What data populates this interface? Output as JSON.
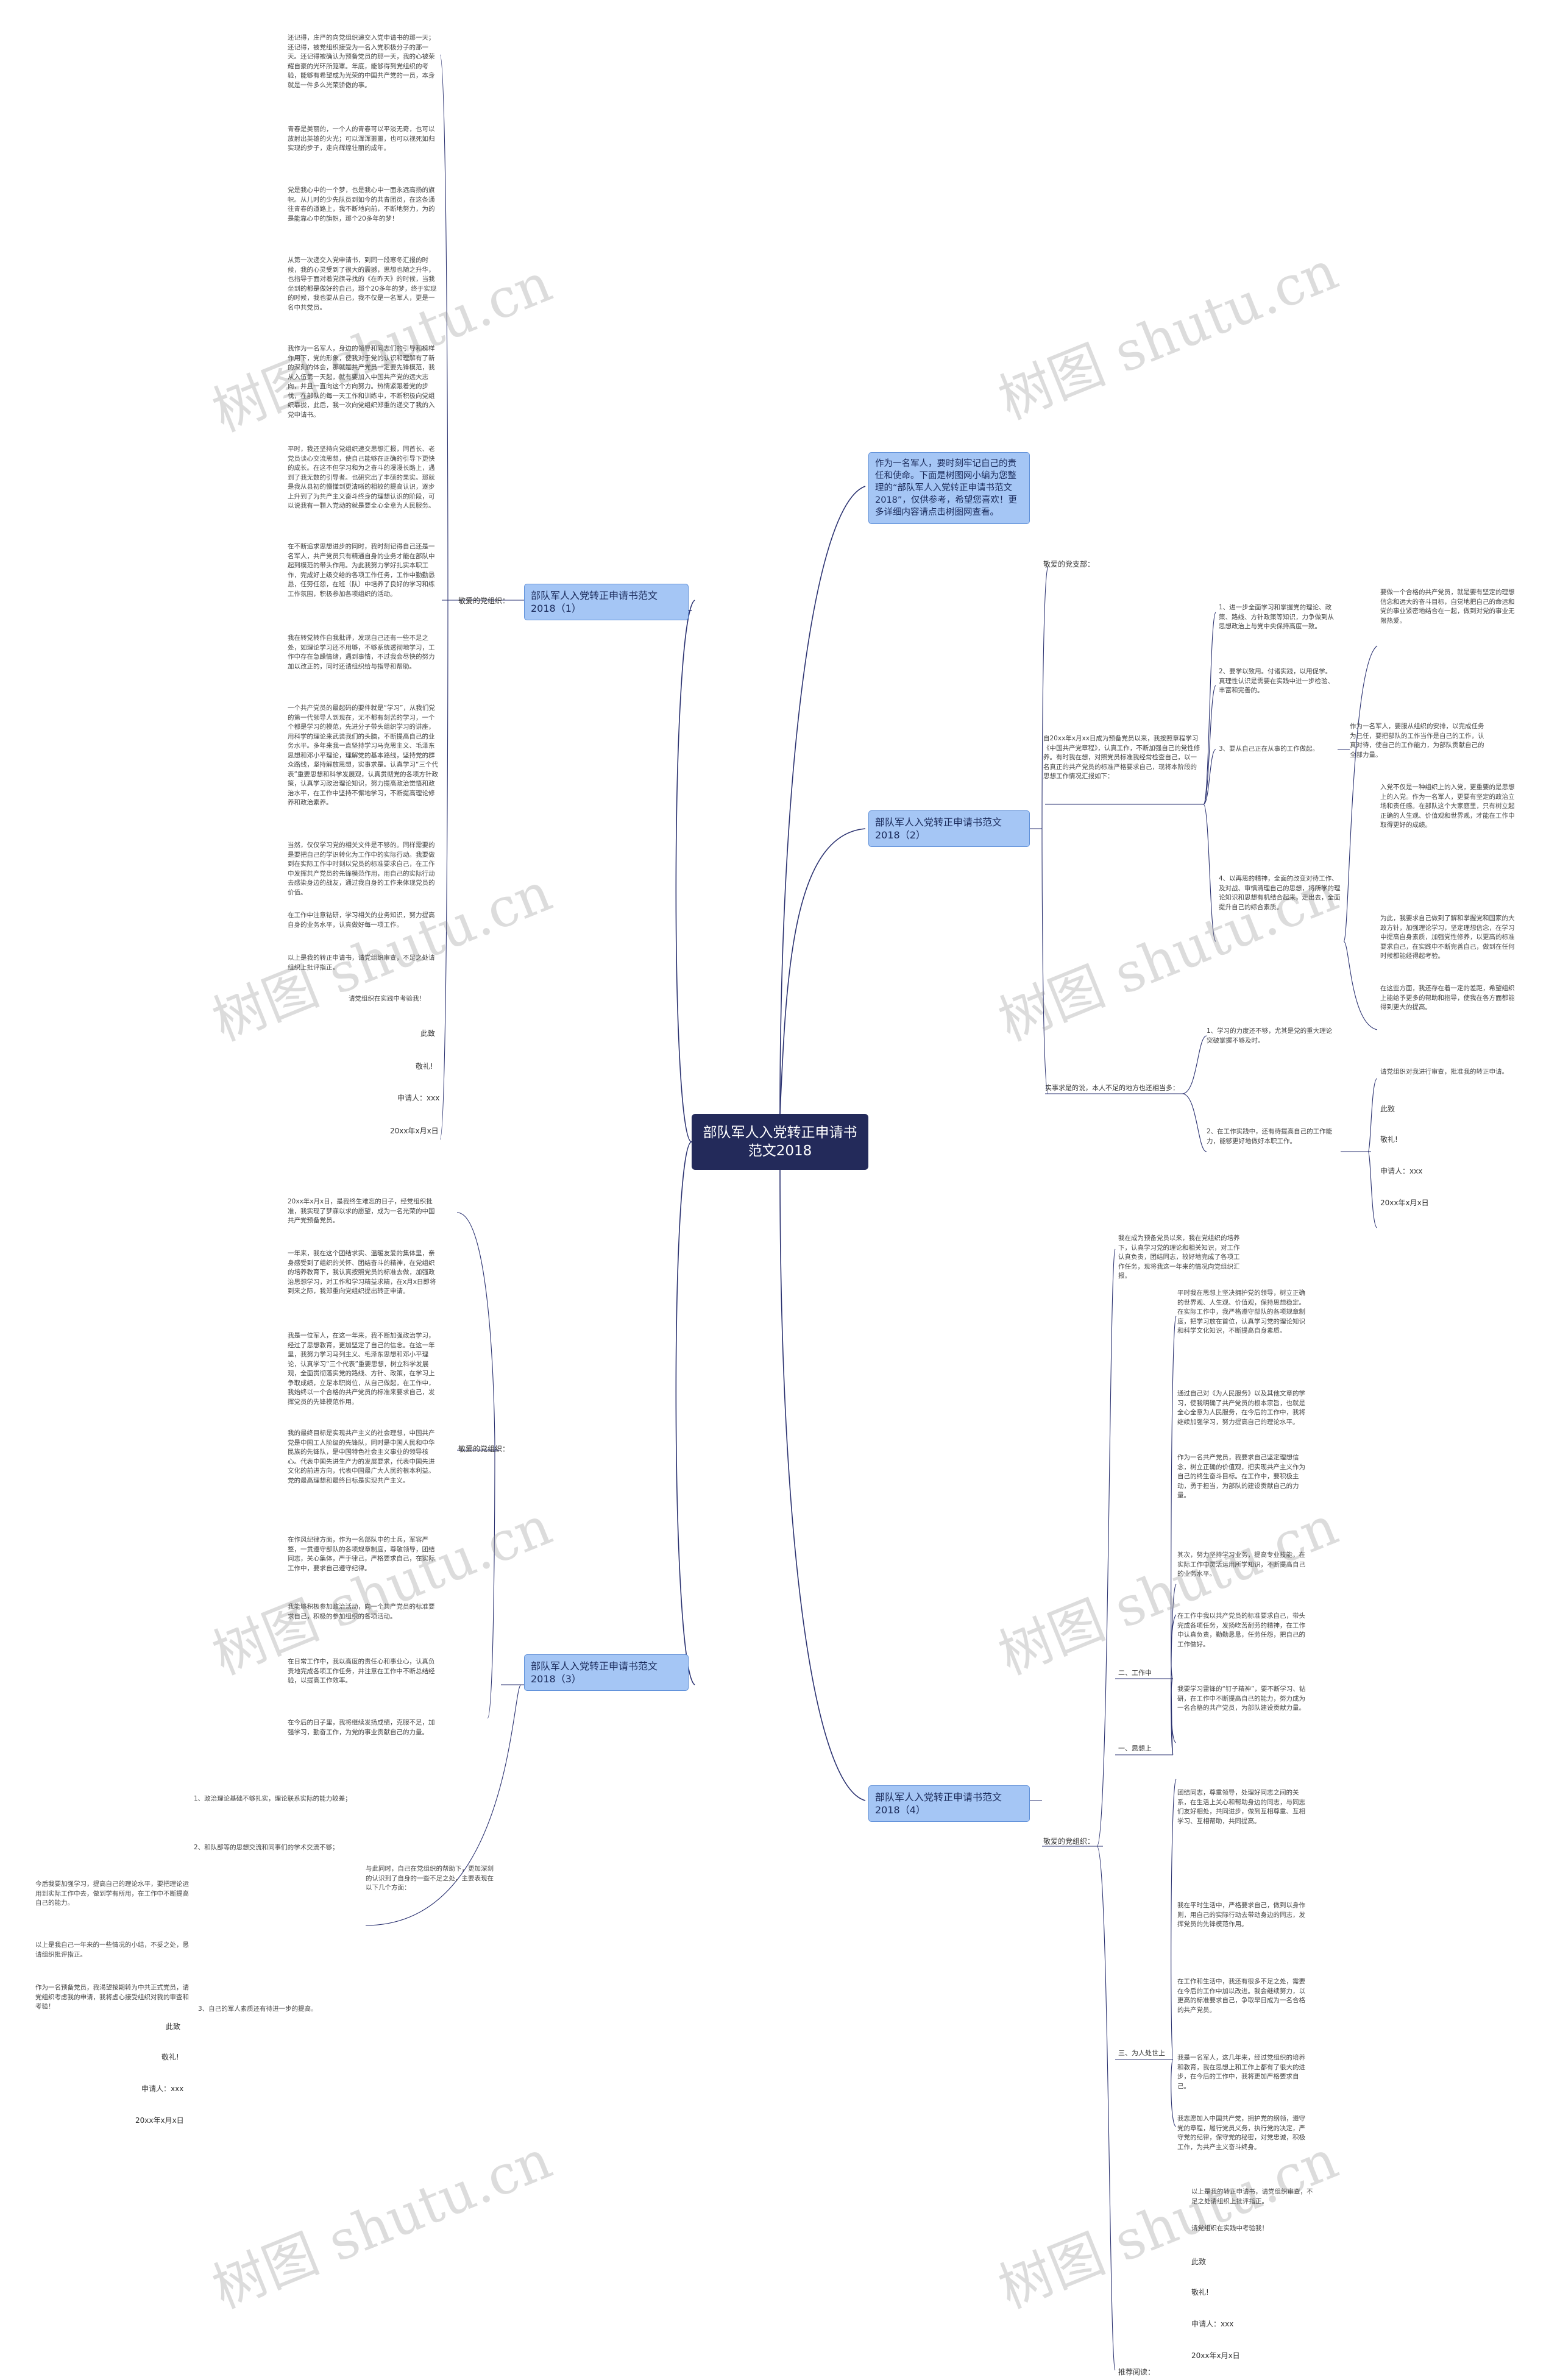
{
  "watermark": "树图 shutu.cn",
  "central": "部队军人入党转正申请书范文2018",
  "intro": "作为一名军人，要时刻牢记自己的责任和使命。下面是树图网小编为您整理的“部队军人入党转正申请书范文2018”，仅供参考，希望您喜欢！更多详细内容请点击树图网查看。",
  "b1": {
    "title": "部队军人入党转正申请书范文2018（1）",
    "salutation": "敬爱的党组织：",
    "paras": [
      "还记得，庄严的向党组织递交入党申请书的那一天；还记得，被党组织接受为一名入党积极分子的那一天。还记得被确认为预备党员的那一天，我的心被荣耀自豪的光环所笼罩。年底，能够得到党组织的考验，能够有希望成为光荣的中国共产党的一员，本身就是一件多么光荣骄傲的事。",
      "青春是美丽的，一个人的青春可以平淡无奇，也可以放射出英雄的火光；可以浑浑噩噩，也可以视死如归实现的步子，走向辉煌壮丽的成年。",
      "党是我心中的一个梦，也是我心中一面永远高扬的旗帜。从儿时的少先队员到如今的共青团员，在这条通往青春的道路上，我不断地向前，不断地努力，为的是能靠心中的旗帜，那个20多年的梦！",
      "从第一次递交入党申请书，到同一段寒冬汇报的时候，我的心灵受到了很大的震撼，思想也随之升华，也指导于面对着党旗寻找的《在昨天》的时候，当我坐到的都是做好的自己，那个20多年的梦，终于实现的时候，我也要从自己，我不仅是一名军人，更是一名中共党员。",
      "我作为一名军人，身边的领导和同志们的引导和榜样作用下，党的形象，使我对于党的认识和理解有了新的深刻的体会，那就是共产党员一定要先锋模范，我从入伍第一天起，就有要加入中国共产党的远大志向，并且一直向这个方向努力。热情紧跟着党的步伐，在部队的每一天工作和训练中，不断积极向党组织靠拢，此后，我一次向党组织郑重的递交了我的入党申请书。",
      "平时，我还坚持向党组织递交思想汇报，同首长、老党员谈心交流思想，使自己能够在正确的引导下更快的成长。在这不但学习和为之奋斗的漫漫长路上，遇到了我无数的引导者。也研究出了丰硕的果实。那就是我从县初的懵懂到更清晰的相较的提高认识，逐步上升到了为共产主义奋斗终身的理想认识的阶段，可以说我有一颗入党动的就是要全心全意为人民服务。",
      "在不断追求思想进步的同时，我时刻记得自己还是一名军人，共产党员只有精通自身的业务才能在部队中起到模范的带头作用。为此我努力学好扎实本职工作，完成好上级交给的各项工作任务，工作中勤勤恳恳，任劳任怨，在班（队）中培养了良好的学习和练工作氛围，积极参加各项组织的活动。",
      "我在转党转作自我批评，发现自己还有一些不足之处，如理论学习还不用够，不够系统透彻地学习，工作中存在急躁情绪，遇到事情，不过我会尽快的努力加以改正的，同时还请组织给与指导和帮助。",
      "一个共产党员的最起码的要件就是“学习”，从我们党的第一代领导人到现在，无不都有刻苦的学习，一个个都是学习的模范，先进分子带头组织学习的讲座，用科学的理论来武装我们的头脑，不断提高自己的业务水平。多年来我一直坚持学习马克思主义、毛泽东思想和邓小平理论，理解党的基本路线，坚持党的群众路线，坚持解放思想，实事求是。认真学习“三个代表”重要思想和科学发展观，认真贯彻党的各项方针政策，认真学习政治理论知识，努力提高政治觉悟和政治水平，在工作中坚持不懈地学习，不断提高理论修养和政治素养。",
      "当然，仅仅学习党的相关文件是不够的。同样需要的是要把自己的学识转化为工作中的实际行动。我要做到在实际工作中时刻以党员的标准要求自己，在工作中发挥共产党员的先锋模范作用，用自己的实际行动去感染身边的战友，通过我自身的工作来体现党员的价值。",
      "在工作中注意钻研，学习相关的业务知识，努力提高自身的业务水平，认真做好每一项工作。",
      "以上是我的转正申请书，请党组织审查，不足之处请组织上批评指正。",
      "请党组织在实践中考验我！"
    ],
    "closing": [
      "此致",
      "敬礼!",
      "申请人：xxx",
      "20xx年x月x日"
    ]
  },
  "b2": {
    "title": "部队军人入党转正申请书范文2018（2）",
    "salutation": "敬爱的党支部：",
    "main": "自20xx年x月xx日成为预备党员以来，我按照章程学习《中国共产党章程》，认真工作，不断加强自己的党性修养。有时我在想，对照党员标准我经常检查自己，以一名真正的共产党员的标准严格要求自己，现将本阶段的思想工作情况汇报如下：",
    "items": [
      "1、进一步全面学习和掌握党的理论、政策、路线、方针政策等知识，力争做到从思想政治上与党中央保持高度一致。",
      "2、要学以致用。付诸实践，以用促学。真理性认识是需要在实践中进一步检验、丰富和完善的。",
      "3、要从自己正在从事的工作做起。",
      "4、以再思的精神，全面的改变对待工作、及对战、审慎清理自己的思想，将所学的理论知识和思想有机结合起来，走出去，全面提升自己的综合素质。"
    ],
    "sub3": "作为一名军人，要服从组织的安排，以完成任务为己任，要把部队的工作当作是自己的工作，认真对待，使自己的工作能力，为部队贡献自己的全部力量。",
    "sub4": [
      "要做一个合格的共产党员，就是要有坚定的理想信念和远大的奋斗目标，自觉地把自己的命运和党的事业紧密地结合在一起，做到对党的事业无限热爱。",
      "入党不仅是一种组织上的入党，更重要的是思想上的入党。作为一名军人，更要有坚定的政治立场和责任感。在部队这个大家庭里，只有树立起正确的人生观、价值观和世界观，才能在工作中取得更好的成绩。",
      "为此，我要求自己做到了解和掌握党和国家的大政方针，加强理论学习，坚定理想信念，在学习中提高自身素质，加强党性修养，以更高的标准要求自己，在实践中不断完善自己，做到在任何时候都能经得起考验。",
      "在这些方面，我还存在着一定的差距，希望组织上能给予更多的帮助和指导，使我在各方面都能得到更大的提高。"
    ],
    "shortcoming_head": "实事求是的说，本人不足的地方也还相当多：",
    "shortcomings": [
      "1、学习的力度还不够，尤其是党的重大理论突破掌握不够及时。",
      "2、在工作实践中，还有待提高自己的工作能力，能够更好地做好本职工作。"
    ],
    "request": "请党组织对我进行审查，批准我的转正申请。",
    "closing": [
      "此致",
      "敬礼!",
      "申请人：xxx",
      "20xx年x月x日"
    ]
  },
  "b3": {
    "title": "部队军人入党转正申请书范文2018（3）",
    "salutation": "敬爱的党组织：",
    "paras": [
      "20xx年x月x日，是我终生难忘的日子，经党组织批准，我实现了梦寐以求的愿望，成为一名光荣的中国共产党预备党员。",
      "一年来，我在这个团结求实、温暖友爱的集体里，亲身感受到了组织的关怀、团结奋斗的精神，在党组织的培养教育下，我认真按照党员的标准去做，加强政治思想学习，对工作和学习精益求精，在x月x日即将到来之际，我郑重向党组织提出转正申请。",
      "我是一位军人，在这一年来，我不断加强政治学习，经过了思想教育，更加坚定了自己的信念。在这一年里，我努力学习马列主义、毛泽东思想和邓小平理论，认真学习“三个代表”重要思想，树立科学发展观，全面贯彻落实党的路线、方针、政策，在学习上争取成绩，立足本职岗位，从自己做起，在工作中，我始终以一个合格的共产党员的标准来要求自己，发挥党员的先锋模范作用。",
      "我的最终目标是实现共产主义的社会理想，中国共产党是中国工人阶级的先锋队，同时是中国人民和中华民族的先锋队，是中国特色社会主义事业的领导核心。代表中国先进生产力的发展要求，代表中国先进文化的前进方向，代表中国最广大人民的根本利益。党的最高理想和最终目标是实现共产主义。",
      "在作风纪律方面，作为一名部队中的士兵，军容严整，一贯遵守部队的各项规章制度，尊敬领导，团结同志，关心集体，严于律己，严格要求自己，在实际工作中，要求自己遵守纪律。",
      "我能够积极参加政治活动，向一个共产党员的标准要求自己，积极的参加组织的各项活动。",
      "在日常工作中，我以高度的责任心和事业心，认真负责地完成各项工作任务，并注意在工作中不断总结经验，以提高工作效率。",
      "在今后的日子里，我将继续发扬成绩，克服不足，加强学习，勤奋工作，为党的事业贡献自己的力量。"
    ],
    "shortcoming_intro": "与此同时，自己在党组织的帮助下，更加深刻的认识到了自身的一些不足之处，主要表现在以下几个方面：",
    "points": [
      "1、政治理论基础不够扎实，理论联系实际的能力较差；",
      "2、和队部等的思想交流和同事们的学术交流不够；",
      "3、自己的军人素质还有待进一步的提高。"
    ],
    "left_paras": [
      "今后我要加强学习，提高自己的理论水平，要把理论运用到实际工作中去，做到学有所用，在工作中不断提高自己的能力。",
      "以上是我自己一年来的一些情况的小结，不妥之处，恳请组织批评指正。",
      "作为一名预备党员，我渴望按期转为中共正式党员，请党组织考虑我的申请，我将虚心接受组织对我的审查和考验！"
    ],
    "closing": [
      "此致",
      "敬礼!",
      "申请人：xxx",
      "20xx年x月x日"
    ]
  },
  "b4": {
    "title": "部队军人入党转正申请书范文2018（4）",
    "salutation": "敬爱的党组织：",
    "intro": "我在成为预备党员以来，我在党组织的培养下，认真学习党的理论和相关知识，对工作认真负责，团结同志，较好地完成了各项工作任务，现将我这一年来的情况向党组织汇报。",
    "sec1": {
      "label": "一、思想上",
      "paras": [
        "平时我在思想上坚决拥护党的领导，树立正确的世界观、人生观、价值观，保持思想稳定。在实际工作中，我严格遵守部队的各项规章制度，把学习放在首位，认真学习党的理论知识和科学文化知识，不断提高自身素质。",
        "通过自己对《为人民服务》以及其他文章的学习，使我明确了共产党员的根本宗旨，也就是全心全意为人民服务，在今后的工作中，我将继续加强学习，努力提高自己的理论水平。",
        "作为一名共产党员，我要求自己坚定理想信念，树立正确的价值观，把实现共产主义作为自己的终生奋斗目标。在工作中，要积极主动，勇于担当，为部队的建设贡献自己的力量。",
        "其次，努力坚持学习业务，提高专业技能，在实际工作中灵活运用所学知识，不断提高自己的业务水平。"
      ]
    },
    "sec2": {
      "label": "二、工作中",
      "paras": [
        "在工作中我以共产党员的标准要求自己，带头完成各项任务，发扬吃苦耐劳的精神，在工作中认真负责，勤勤恳恳，任劳任怨，把自己的工作做好。",
        "我要学习雷锋的“钉子精神”，要不断学习、钻研，在工作中不断提高自己的能力，努力成为一名合格的共产党员，为部队建设贡献力量。"
      ]
    },
    "sec3": {
      "label": "三、为人处世上",
      "paras": [
        "团结同志，尊重领导，处理好同志之间的关系，在生活上关心和帮助身边的同志，与同志们友好相处，共同进步，做到互相尊重、互相学习、互相帮助，共同提高。",
        "我在平时生活中，严格要求自己，做到以身作则，用自己的实际行动去带动身边的同志，发挥党员的先锋模范作用。",
        "在工作和生活中，我还有很多不足之处，需要在今后的工作中加以改进。我会继续努力，以更高的标准要求自己，争取早日成为一名合格的共产党员。",
        "我是一名军人，这几年来，经过党组织的培养和教育，我在思想上和工作上都有了很大的进步，在今后的工作中，我将更加严格要求自己。",
        "我志愿加入中国共产党，拥护党的纲领，遵守党的章程，履行党员义务，执行党的决定，严守党的纪律，保守党的秘密，对党忠诚，积极工作，为共产主义奋斗终身。"
      ]
    },
    "ending": [
      "以上是我的转正申请书，请党组织审查，不足之处请组织上批评指正。",
      "请党组织在实践中考验我！"
    ],
    "closing": [
      "此致",
      "敬礼!",
      "申请人：xxx",
      "20xx年x月x日"
    ],
    "footer": "推荐阅读："
  }
}
